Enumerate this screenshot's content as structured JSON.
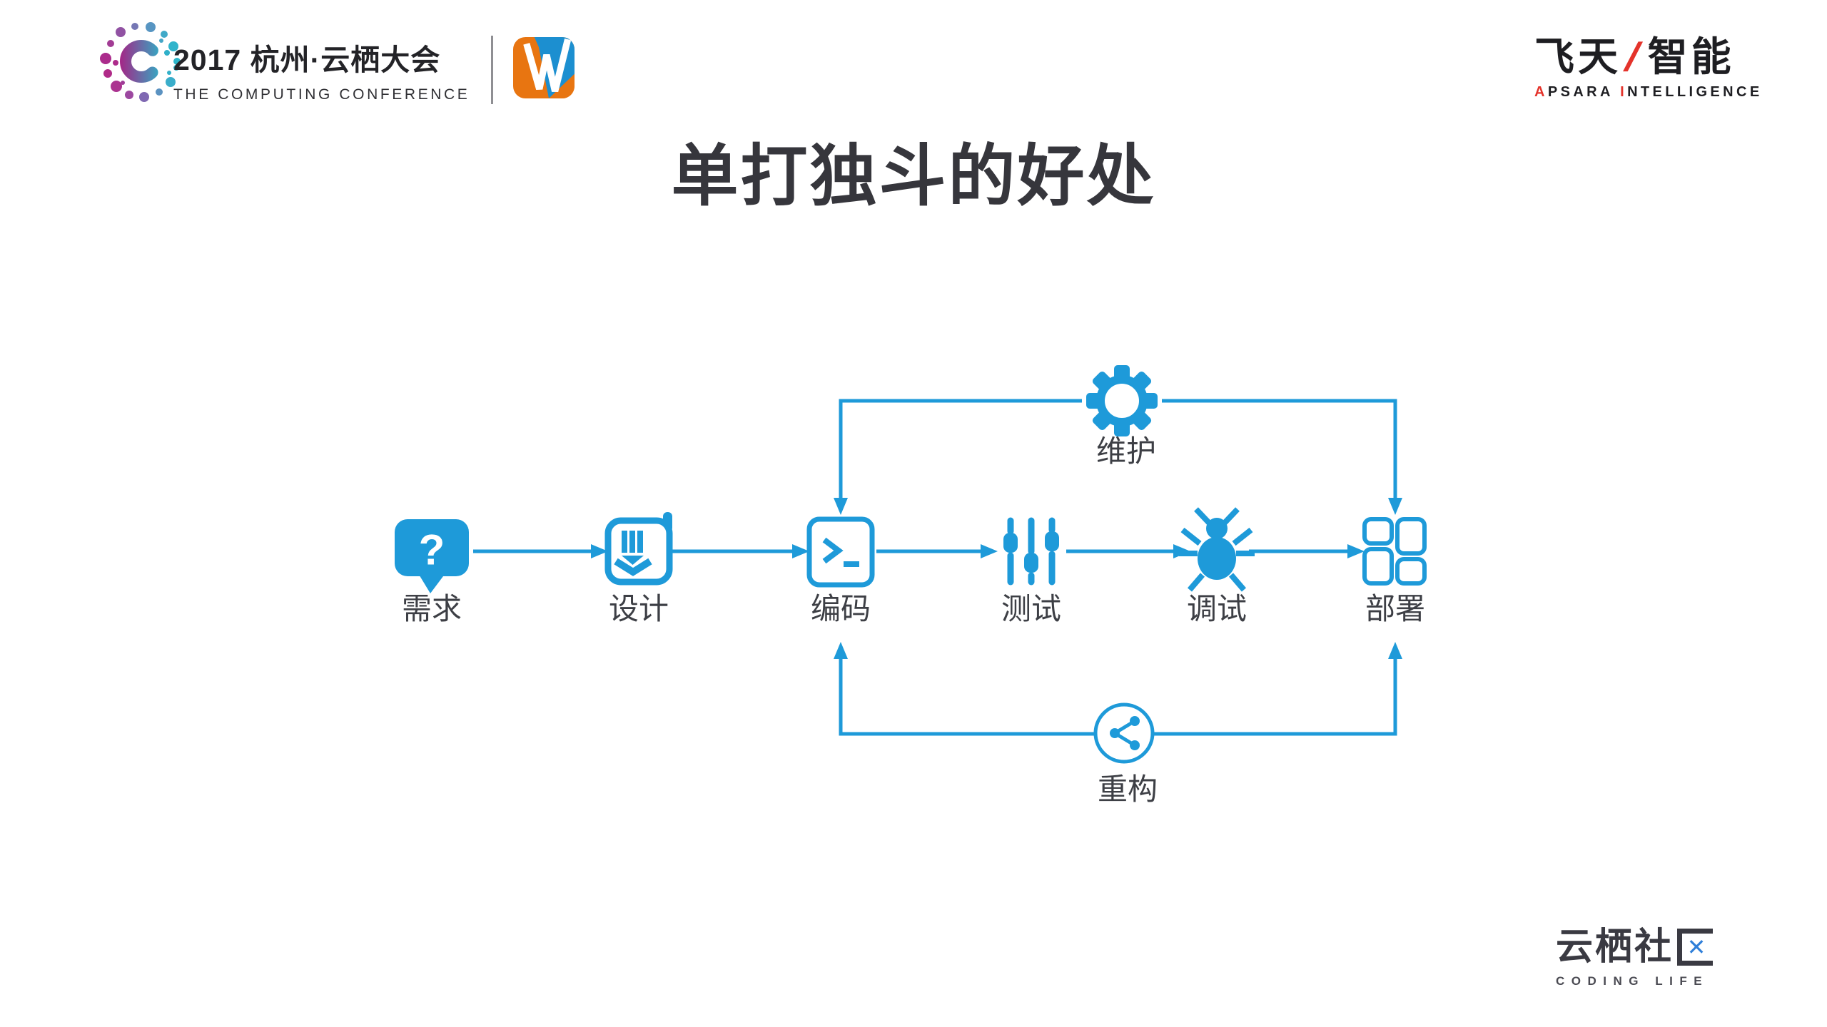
{
  "colors": {
    "accent_blue": "#1e9ad9",
    "title_dark": "#36363c",
    "label_gray": "#3d3f45",
    "logo_red": "#e4332b",
    "w_orange": "#e87511",
    "w_blue": "#1c8fd0",
    "footer_x_blue": "#2f7fd9"
  },
  "header": {
    "conference_title": "2017 杭州·云栖大会",
    "conference_subtitle": "THE COMPUTING CONFERENCE",
    "apsara": {
      "cn_left": "飞天",
      "slash": "/",
      "cn_right": "智能",
      "en_a": "A",
      "en_psara": "PSARA",
      "en_i": "I",
      "en_ntelligence": "NTELLIGENCE"
    }
  },
  "title": "单打独斗的好处",
  "diagram": {
    "question_mark": "?",
    "nodes": [
      {
        "label": "需求",
        "icon": "question-bubble-icon"
      },
      {
        "label": "设计",
        "icon": "pencil-doc-icon"
      },
      {
        "label": "编码",
        "icon": "terminal-icon"
      },
      {
        "label": "测试",
        "icon": "sliders-icon"
      },
      {
        "label": "调试",
        "icon": "bug-icon"
      },
      {
        "label": "部署",
        "icon": "grid-icon"
      }
    ],
    "top_loop_label": "维护",
    "bottom_loop_label": "重构"
  },
  "footer": {
    "community": "云栖社区",
    "community_prefix": "云栖社",
    "qu_x": "✕",
    "tagline": "CODING LIFE"
  }
}
